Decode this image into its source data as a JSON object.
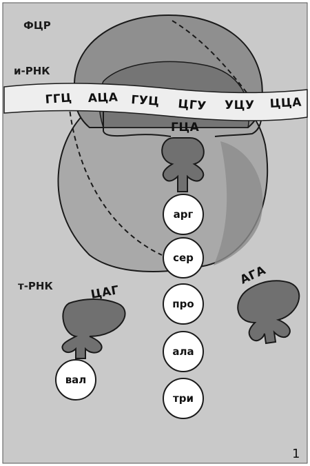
{
  "labels": {
    "fcr": "ФЦР",
    "mrna": "и-РНК",
    "trna": "т-РНК",
    "figure_number": "1"
  },
  "mrna_codons": [
    "ГГЦ",
    "АЦА",
    "ГУЦ",
    "ЦГУ",
    "УЦУ",
    "ЦЦА"
  ],
  "anticodons": {
    "bound": "ГЦА",
    "left_free": "ЦАГ",
    "right_free": "АГА"
  },
  "amino_acids": {
    "chain": [
      "арг",
      "сер",
      "про",
      "ала",
      "три"
    ],
    "left_free": "вал"
  }
}
